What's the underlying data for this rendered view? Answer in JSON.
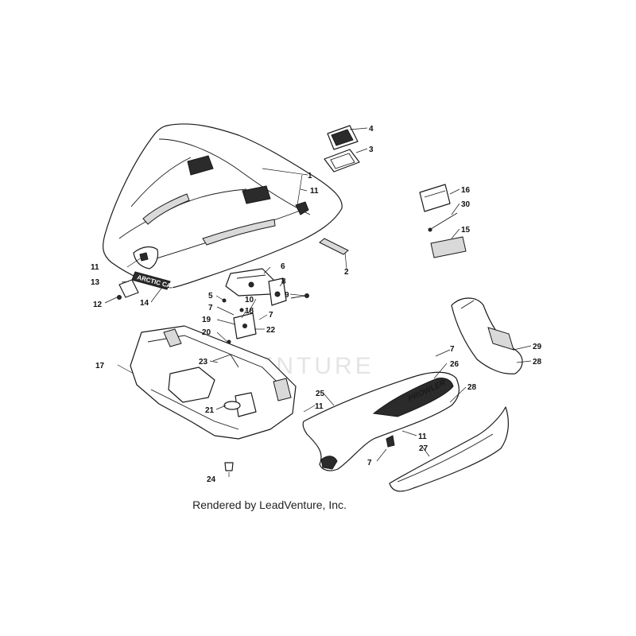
{
  "brand_decal": "ARCTIC CAT",
  "model_decal": "PROWLER",
  "watermark": "LEADVENTURE",
  "footer": "Rendered by LeadVenture, Inc.",
  "callouts": {
    "c1": "1",
    "c2": "2",
    "c3": "3",
    "c4": "4",
    "c5": "5",
    "c6": "6",
    "c7a": "7",
    "c7b": "7",
    "c7c": "7",
    "c7d": "7",
    "c8": "8",
    "c9": "9",
    "c10": "10",
    "c11a": "11",
    "c11b": "11",
    "c11c": "11",
    "c11d": "11",
    "c12": "12",
    "c13": "13",
    "c14": "14",
    "c15": "15",
    "c16": "16",
    "c17": "17",
    "c18": "18",
    "c19": "19",
    "c20": "20",
    "c21": "21",
    "c22": "22",
    "c23": "23",
    "c24": "24",
    "c25": "25",
    "c26": "26",
    "c27": "27",
    "c28a": "28",
    "c28b": "28",
    "c29": "29",
    "c30": "30"
  }
}
